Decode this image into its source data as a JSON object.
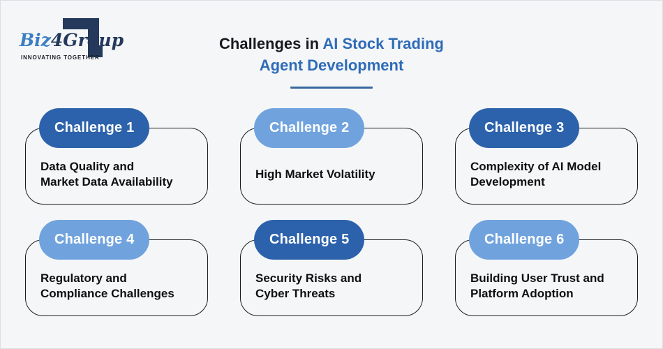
{
  "page": {
    "background_color": "#f5f6f8"
  },
  "logo": {
    "brand_prefix": "Biz",
    "brand_digit": "4",
    "brand_suffix": "Group",
    "tagline": "INNOVATING TOGETHER",
    "navy_color": "#24395c",
    "blue_color": "#3b7ec2"
  },
  "title": {
    "prefix": "Challenges in ",
    "highlight_line1": "AI Stock Trading",
    "highlight_line2": "Agent Development",
    "highlight_color": "#2e6cb8",
    "underline_color": "#35689f"
  },
  "badge_colors": {
    "dark": "#2c62ab",
    "light": "#70a3de"
  },
  "challenges": [
    {
      "badge": "Challenge 1",
      "variant": "dark",
      "line1": "Data Quality and",
      "line2": "Market Data Availability"
    },
    {
      "badge": "Challenge 2",
      "variant": "light",
      "line1": "High Market Volatility",
      "line2": ""
    },
    {
      "badge": "Challenge 3",
      "variant": "dark",
      "line1": "Complexity of AI Model",
      "line2": "Development"
    },
    {
      "badge": "Challenge 4",
      "variant": "light",
      "line1": "Regulatory and",
      "line2": "Compliance Challenges"
    },
    {
      "badge": "Challenge 5",
      "variant": "dark",
      "line1": "Security Risks and",
      "line2": "Cyber Threats"
    },
    {
      "badge": "Challenge 6",
      "variant": "light",
      "line1": "Building User Trust and",
      "line2": "Platform Adoption"
    }
  ]
}
